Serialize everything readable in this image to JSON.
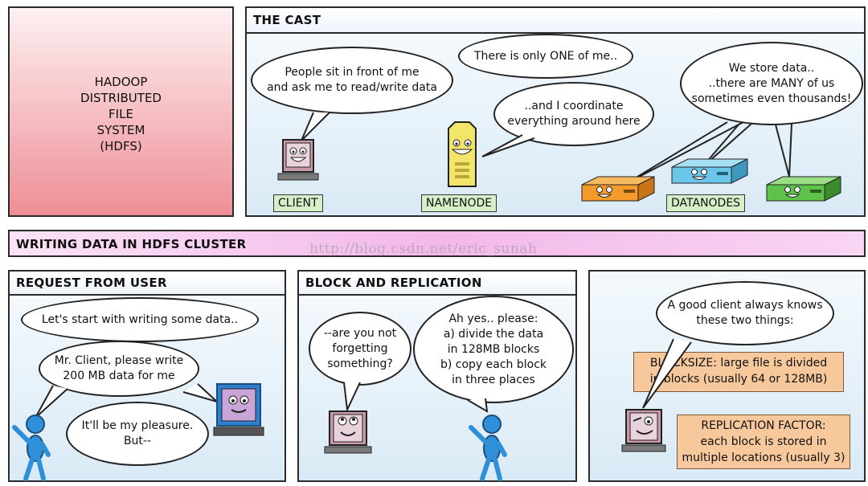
{
  "title_panel": {
    "lines": [
      "HADOOP",
      "DISTRIBUTED",
      "FILE",
      "SYSTEM",
      "(HDFS)"
    ]
  },
  "cast": {
    "header": "THE CAST",
    "client_bubble": [
      "People sit in front of me",
      "and ask me to read/write data"
    ],
    "namenode_bubble_1": "There is only ONE of me..",
    "namenode_bubble_2": [
      "..and I coordinate",
      "everything around here"
    ],
    "datanodes_bubble": [
      "We store data..",
      "..there are MANY of us",
      "sometimes even thousands!"
    ],
    "labels": {
      "client": "CLIENT",
      "namenode": "NAMENODE",
      "datanodes": "DATANODES"
    }
  },
  "banner": {
    "text": "WRITING DATA IN HDFS CLUSTER"
  },
  "watermark": "http://blog.csdn.net/eric_sunah",
  "request": {
    "header": "REQUEST FROM USER",
    "bubble_1": "Let's start with writing some data..",
    "bubble_2": [
      "Mr. Client, please write",
      "200 MB data for me"
    ],
    "bubble_3": [
      "It'll be my pleasure.",
      "But--"
    ]
  },
  "block": {
    "header": "BLOCK AND REPLICATION",
    "bubble_1": [
      "--are you not",
      "forgetting",
      "something?"
    ],
    "bubble_2": [
      "Ah yes.. please:",
      "a) divide the data",
      "in 128MB blocks",
      "b) copy each block",
      "in three places"
    ]
  },
  "client_panel": {
    "bubble": [
      "A good client always knows",
      "these two things:"
    ],
    "blocksize_note": [
      "BLOCKSIZE: large file is divided",
      "in blocks (usually 64 or 128MB)"
    ],
    "replication_note": [
      "REPLICATION FACTOR:",
      "each block is stored in",
      "multiple locations (usually 3)"
    ]
  },
  "colors": {
    "title_gradient_top": "#fbe8ea",
    "title_gradient_bottom": "#ee8e96",
    "banner_gradient": "#f3b8ea",
    "panel_bg": "#d9eaf6",
    "label_bg": "#d5f0c8",
    "note_bg": "#f7c89b",
    "namenode": "#f2e56a",
    "datanode_orange": "#f39a2a",
    "datanode_blue": "#6cc6ea",
    "datanode_green": "#5fc24a",
    "figure_blue": "#2f8fd8"
  },
  "icons": [
    "client-laptop-icon",
    "namenode-server-icon",
    "datanode-box-icon",
    "stick-figure-icon"
  ]
}
